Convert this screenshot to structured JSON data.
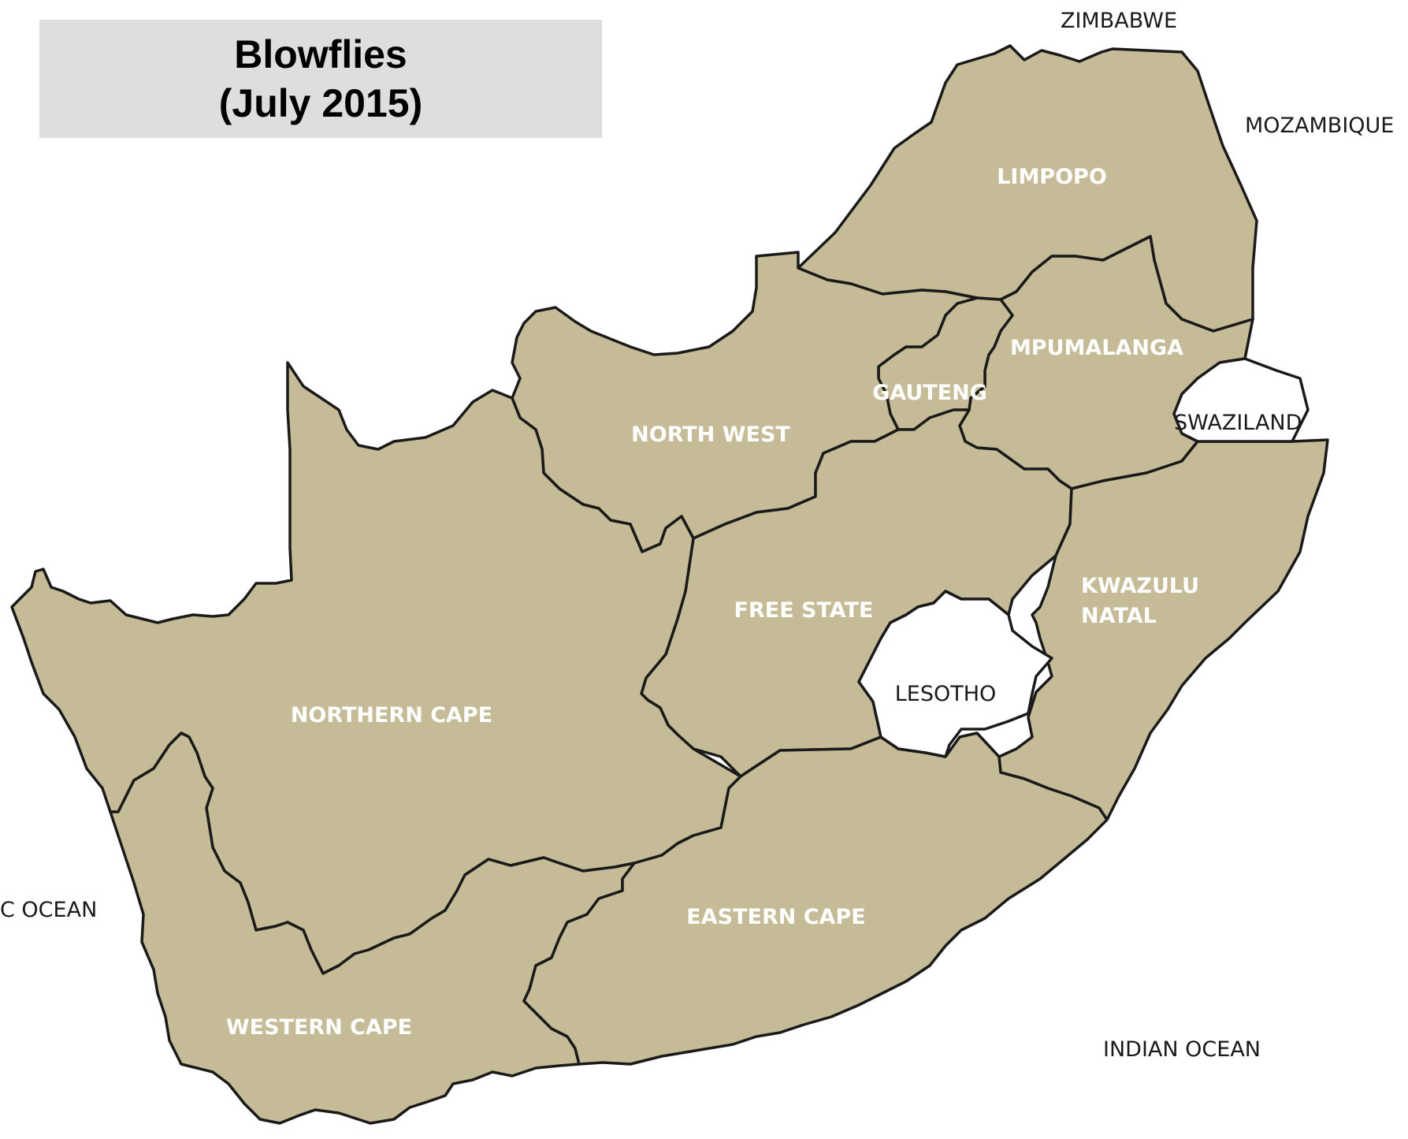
{
  "title": {
    "line1": "Blowflies",
    "line2": "(July 2015)"
  },
  "colors": {
    "land": "#c5bc97",
    "border": "#1a1a1a",
    "province_label": "#ffffff",
    "country_label": "#1a1a1a",
    "title_bg": "#dedede"
  },
  "provinces": [
    {
      "id": "limpopo",
      "label": "LIMPOPO"
    },
    {
      "id": "mpumalanga",
      "label": "MPUMALANGA"
    },
    {
      "id": "gauteng",
      "label": "GAUTENG"
    },
    {
      "id": "north-west",
      "label": "NORTH WEST"
    },
    {
      "id": "free-state",
      "label": "FREE STATE"
    },
    {
      "id": "kwazulu-natal",
      "label_line1": "KWAZULU",
      "label_line2": "NATAL"
    },
    {
      "id": "northern-cape",
      "label": "NORTHERN CAPE"
    },
    {
      "id": "eastern-cape",
      "label": "EASTERN CAPE"
    },
    {
      "id": "western-cape",
      "label": "WESTERN CAPE"
    }
  ],
  "neighbors": {
    "zimbabwe": "ZIMBABWE",
    "mozambique": "MOZAMBIQUE",
    "swaziland": "SWAZILAND",
    "lesotho": "LESOTHO",
    "atlantic": "C OCEAN",
    "indian": "INDIAN OCEAN"
  }
}
